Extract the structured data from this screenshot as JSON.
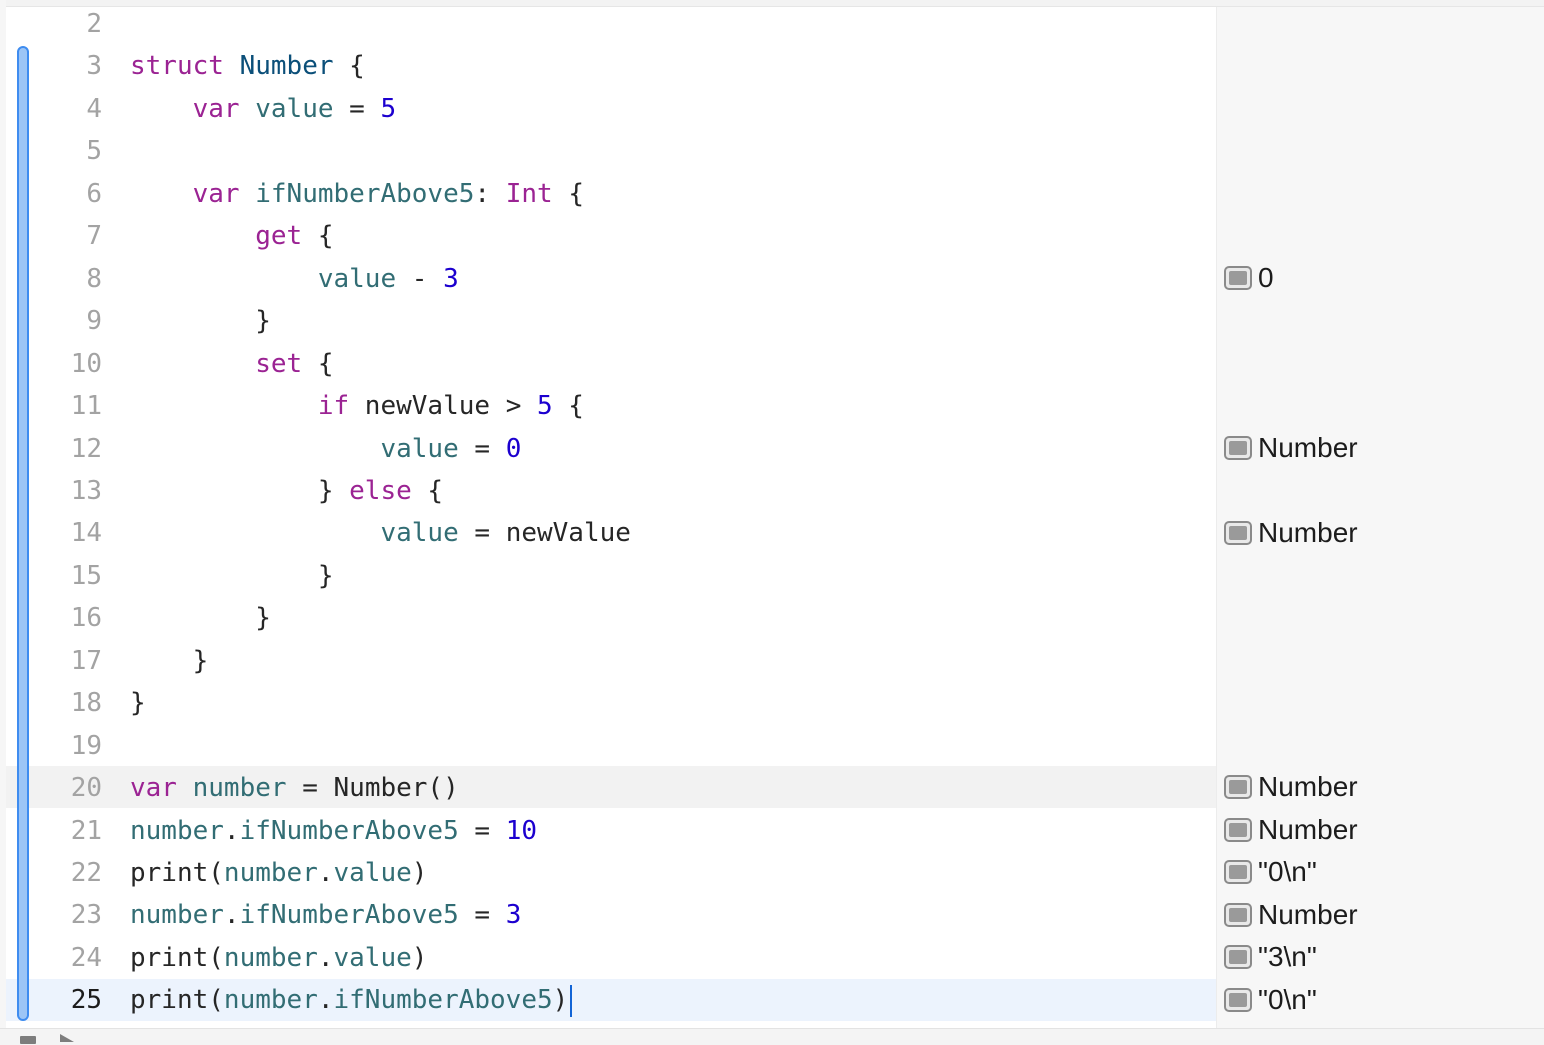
{
  "editor": {
    "lines": [
      {
        "number": "2",
        "tokens": []
      },
      {
        "number": "3",
        "tokens": [
          {
            "t": "struct",
            "k": "kw"
          },
          {
            "t": " ",
            "k": "pl"
          },
          {
            "t": "Number",
            "k": "type"
          },
          {
            "t": " {",
            "k": "pl"
          }
        ]
      },
      {
        "number": "4",
        "tokens": [
          {
            "t": "    ",
            "k": "pl"
          },
          {
            "t": "var",
            "k": "kw"
          },
          {
            "t": " ",
            "k": "pl"
          },
          {
            "t": "value",
            "k": "id"
          },
          {
            "t": " = ",
            "k": "pl"
          },
          {
            "t": "5",
            "k": "num"
          }
        ]
      },
      {
        "number": "5",
        "tokens": []
      },
      {
        "number": "6",
        "tokens": [
          {
            "t": "    ",
            "k": "pl"
          },
          {
            "t": "var",
            "k": "kw"
          },
          {
            "t": " ",
            "k": "pl"
          },
          {
            "t": "ifNumberAbove5",
            "k": "id"
          },
          {
            "t": ": ",
            "k": "pl"
          },
          {
            "t": "Int",
            "k": "kw"
          },
          {
            "t": " {",
            "k": "pl"
          }
        ]
      },
      {
        "number": "7",
        "tokens": [
          {
            "t": "        ",
            "k": "pl"
          },
          {
            "t": "get",
            "k": "kw"
          },
          {
            "t": " {",
            "k": "pl"
          }
        ]
      },
      {
        "number": "8",
        "tokens": [
          {
            "t": "            ",
            "k": "pl"
          },
          {
            "t": "value",
            "k": "id"
          },
          {
            "t": " - ",
            "k": "pl"
          },
          {
            "t": "3",
            "k": "num"
          }
        ]
      },
      {
        "number": "9",
        "tokens": [
          {
            "t": "        }",
            "k": "pl"
          }
        ]
      },
      {
        "number": "10",
        "tokens": [
          {
            "t": "        ",
            "k": "pl"
          },
          {
            "t": "set",
            "k": "kw"
          },
          {
            "t": " {",
            "k": "pl"
          }
        ]
      },
      {
        "number": "11",
        "tokens": [
          {
            "t": "            ",
            "k": "pl"
          },
          {
            "t": "if",
            "k": "kw"
          },
          {
            "t": " newValue > ",
            "k": "pl"
          },
          {
            "t": "5",
            "k": "num"
          },
          {
            "t": " {",
            "k": "pl"
          }
        ]
      },
      {
        "number": "12",
        "tokens": [
          {
            "t": "                ",
            "k": "pl"
          },
          {
            "t": "value",
            "k": "id"
          },
          {
            "t": " = ",
            "k": "pl"
          },
          {
            "t": "0",
            "k": "num"
          }
        ]
      },
      {
        "number": "13",
        "tokens": [
          {
            "t": "            } ",
            "k": "pl"
          },
          {
            "t": "else",
            "k": "kw"
          },
          {
            "t": " {",
            "k": "pl"
          }
        ]
      },
      {
        "number": "14",
        "tokens": [
          {
            "t": "                ",
            "k": "pl"
          },
          {
            "t": "value",
            "k": "id"
          },
          {
            "t": " = newValue",
            "k": "pl"
          }
        ]
      },
      {
        "number": "15",
        "tokens": [
          {
            "t": "            }",
            "k": "pl"
          }
        ]
      },
      {
        "number": "16",
        "tokens": [
          {
            "t": "        }",
            "k": "pl"
          }
        ]
      },
      {
        "number": "17",
        "tokens": [
          {
            "t": "    }",
            "k": "pl"
          }
        ]
      },
      {
        "number": "18",
        "tokens": [
          {
            "t": "}",
            "k": "pl"
          }
        ]
      },
      {
        "number": "19",
        "tokens": []
      },
      {
        "number": "20",
        "tokens": [
          {
            "t": "var",
            "k": "kw"
          },
          {
            "t": " ",
            "k": "pl"
          },
          {
            "t": "number",
            "k": "id"
          },
          {
            "t": " = Number()",
            "k": "pl"
          }
        ]
      },
      {
        "number": "21",
        "tokens": [
          {
            "t": "number",
            "k": "id"
          },
          {
            "t": ".",
            "k": "pl"
          },
          {
            "t": "ifNumberAbove5",
            "k": "id"
          },
          {
            "t": " = ",
            "k": "pl"
          },
          {
            "t": "10",
            "k": "num"
          }
        ]
      },
      {
        "number": "22",
        "tokens": [
          {
            "t": "print(",
            "k": "pl"
          },
          {
            "t": "number",
            "k": "id"
          },
          {
            "t": ".",
            "k": "pl"
          },
          {
            "t": "value",
            "k": "id"
          },
          {
            "t": ")",
            "k": "pl"
          }
        ]
      },
      {
        "number": "23",
        "tokens": [
          {
            "t": "number",
            "k": "id"
          },
          {
            "t": ".",
            "k": "pl"
          },
          {
            "t": "ifNumberAbove5",
            "k": "id"
          },
          {
            "t": " = ",
            "k": "pl"
          },
          {
            "t": "3",
            "k": "num"
          }
        ]
      },
      {
        "number": "24",
        "tokens": [
          {
            "t": "print(",
            "k": "pl"
          },
          {
            "t": "number",
            "k": "id"
          },
          {
            "t": ".",
            "k": "pl"
          },
          {
            "t": "value",
            "k": "id"
          },
          {
            "t": ")",
            "k": "pl"
          }
        ]
      },
      {
        "number": "25",
        "tokens": [
          {
            "t": "print(",
            "k": "pl"
          },
          {
            "t": "number",
            "k": "id"
          },
          {
            "t": ".",
            "k": "pl"
          },
          {
            "t": "ifNumberAbove5",
            "k": "id"
          },
          {
            "t": ")",
            "k": "pl"
          }
        ]
      }
    ]
  },
  "results": {
    "line_8": "0",
    "line_12": "Number",
    "line_14": "Number",
    "line_20": "Number",
    "line_21": "Number",
    "line_22": "\"0\\n\"",
    "line_23": "Number",
    "line_24": "\"3\\n\"",
    "line_25": "\"0\\n\""
  },
  "result_icon": "quick-look-icon",
  "current_line": "25",
  "colors": {
    "keyword": "#9b2393",
    "type": "#0b4f79",
    "identifier": "#326d74",
    "number": "#1c00cf",
    "plain": "#262626",
    "change_bar": "#3e8cf0",
    "current_line_highlight": "#ecf3fd"
  }
}
